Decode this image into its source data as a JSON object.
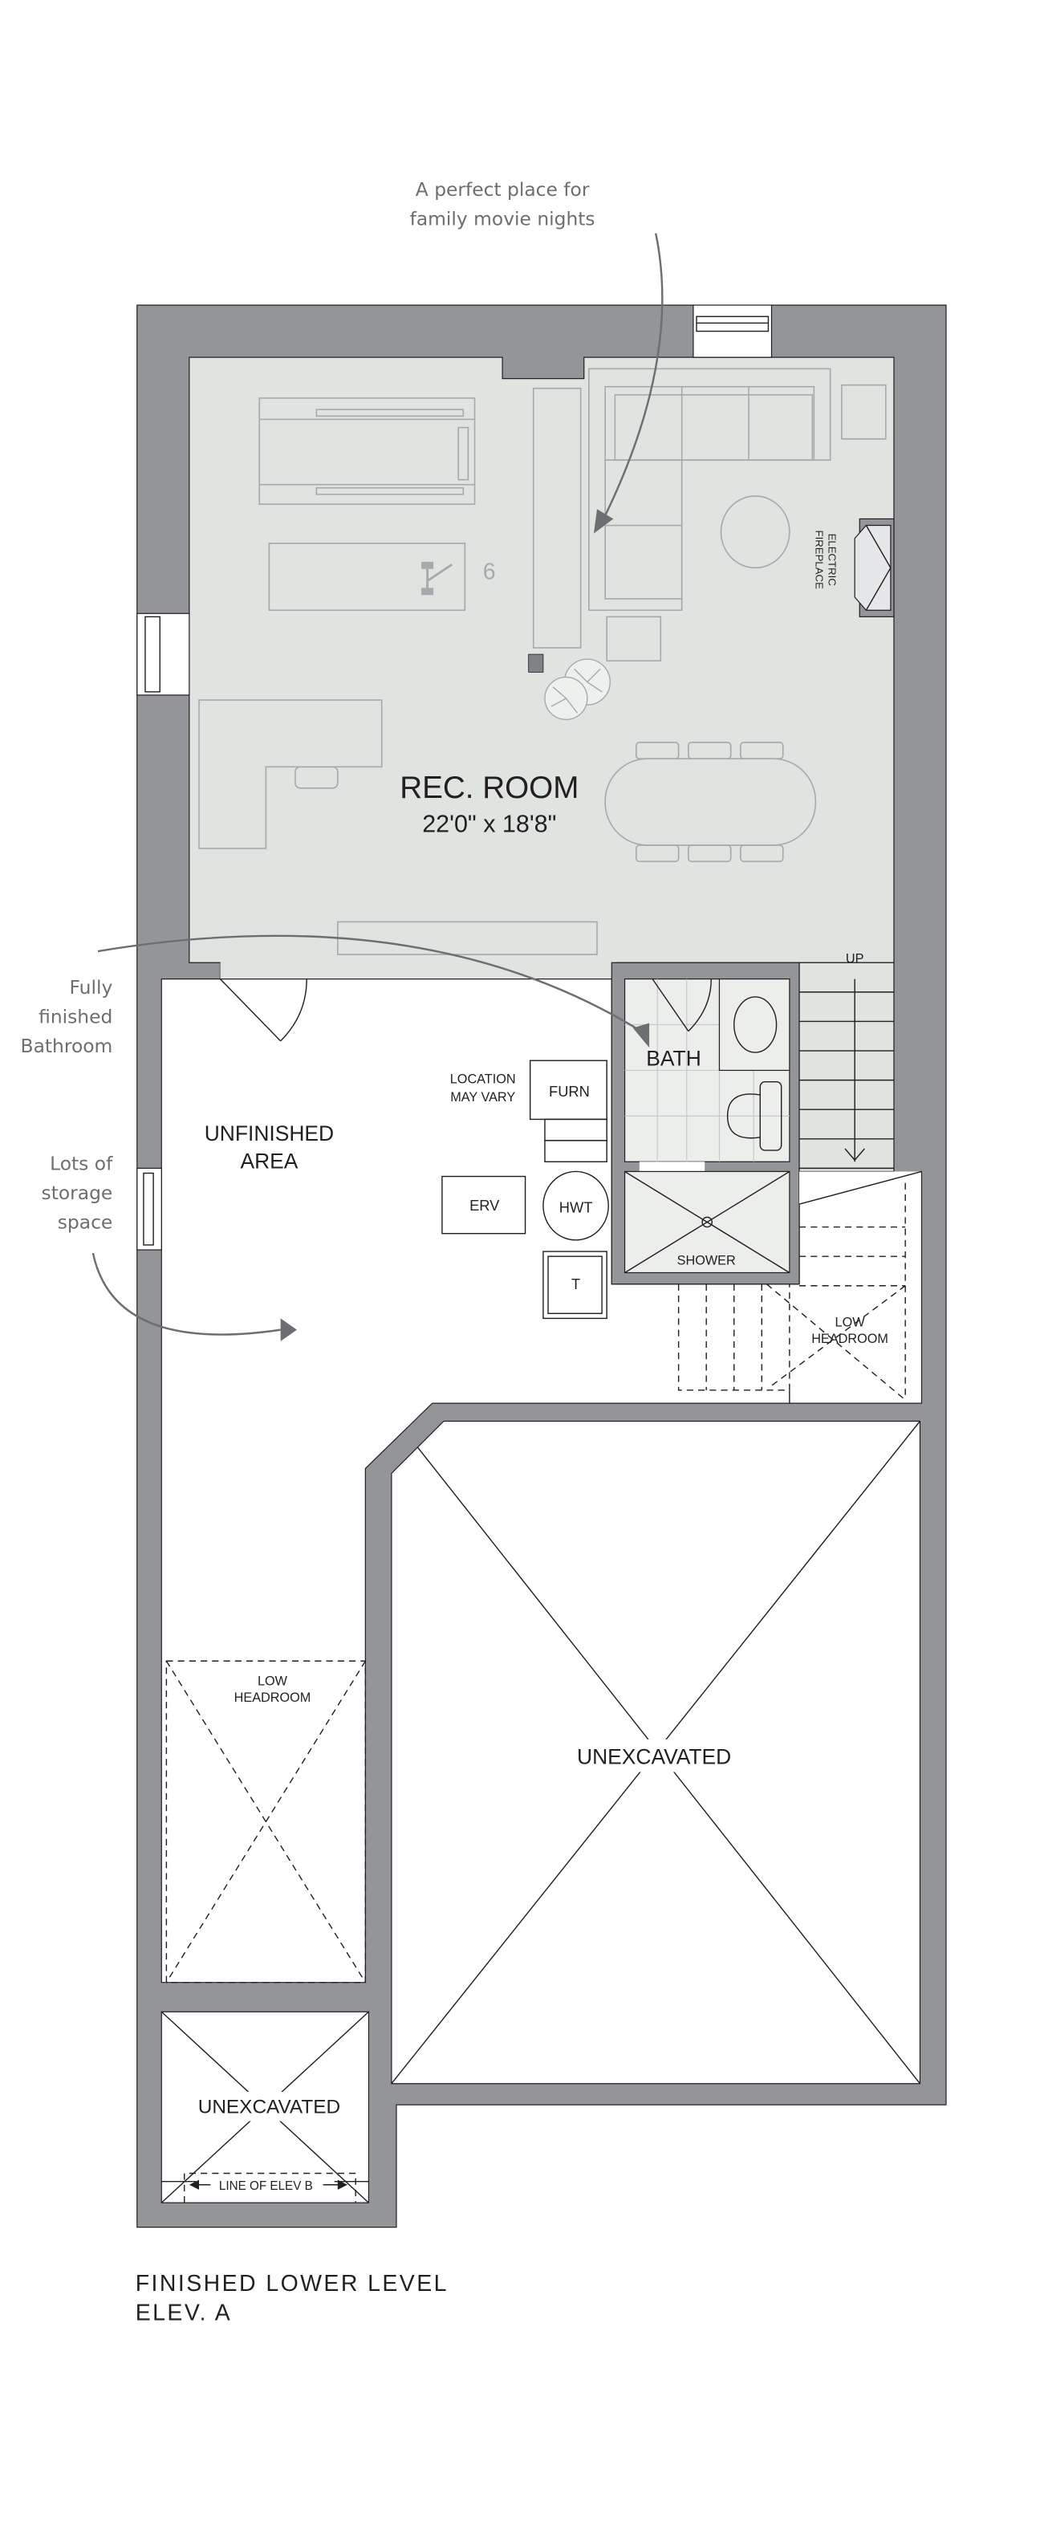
{
  "colors": {
    "wall": "#939598",
    "finished_floor": "#dfe4e0",
    "line": "#231f20",
    "furniture": "#a7a9ac",
    "annotation": "#6d6e71"
  },
  "annotations": {
    "movie_line1": "A perfect place for",
    "movie_line2": "family movie nights",
    "bath_line1": "Fully",
    "bath_line2": "finished",
    "bath_line3": "Bathroom",
    "storage_line1": "Lots of",
    "storage_line2": "storage",
    "storage_line3": "space"
  },
  "rooms": {
    "rec_room": {
      "name": "REC. ROOM",
      "size": "22'0\" x 18'8\""
    },
    "fireplace_line1": "ELECTRIC",
    "fireplace_line2": "FIREPLACE",
    "unfinished_line1": "UNFINISHED",
    "unfinished_line2": "AREA",
    "bath": "BATH",
    "shower": "SHOWER",
    "stairs_up": "UP",
    "low_headroom_line1": "LOW",
    "low_headroom_line2": "HEADROOM",
    "unexcavated": "UNEXCAVATED",
    "line_of_elev": "LINE OF ELEV B"
  },
  "mechanical": {
    "location_line1": "LOCATION",
    "location_line2": "MAY VARY",
    "furnace": "FURN",
    "erv": "ERV",
    "hwt": "HWT",
    "tank": "T"
  },
  "caption": {
    "line1": "FINISHED LOWER LEVEL",
    "line2": "ELEV. A"
  }
}
